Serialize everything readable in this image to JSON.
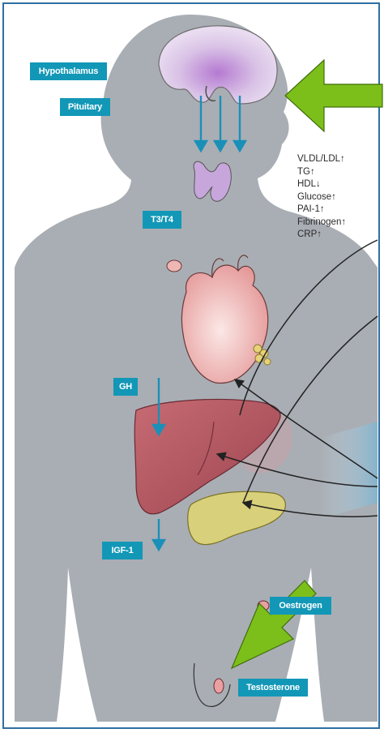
{
  "labels": {
    "hypothalamus": "Hypothalamus",
    "pituitary": "Pituitary",
    "t3t4": "T3/T4",
    "gh": "GH",
    "igf1": "IGF-1",
    "oestrogen": "Oestrogen",
    "testosterone": "Testosterone"
  },
  "markers": [
    "VLDL/LDL↑",
    "TG↑",
    "HDL↓",
    "Glucose↑",
    "PAI-1↑",
    "Fibrinogen↑",
    "CRP↑"
  ],
  "colors": {
    "label_bg": "#1297b7",
    "body_silhouette": "#a9aeb4",
    "highlight_arrow": "#7cbf1a",
    "hormone_arrow": "#1a90b8",
    "frame_border": "#2f6fa3"
  },
  "icons": [
    "brain-icon",
    "thyroid-icon",
    "heart-icon",
    "liver-icon",
    "pancreas-icon",
    "green-arrow-icon"
  ]
}
